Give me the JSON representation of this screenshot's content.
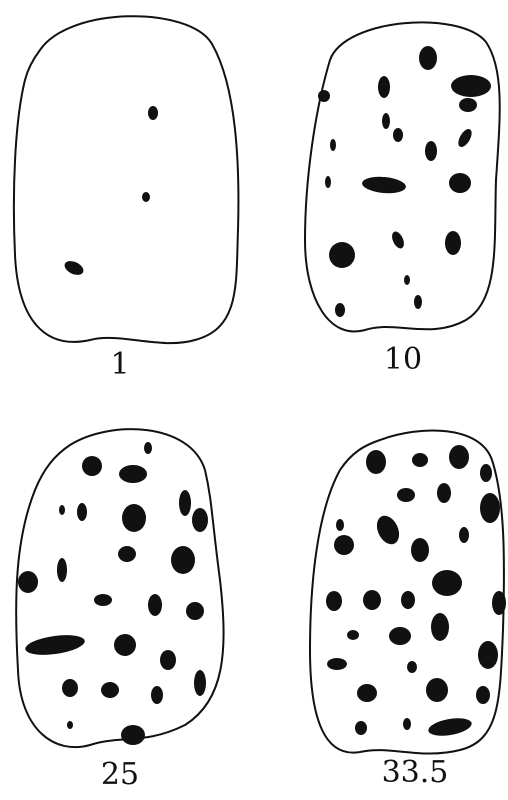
{
  "panels": [
    {
      "label": "1"
    },
    {
      "label": "10"
    },
    {
      "label": "25"
    },
    {
      "label": "33.5"
    }
  ],
  "colors": {
    "ink": "#111111",
    "background": "#ffffff"
  }
}
